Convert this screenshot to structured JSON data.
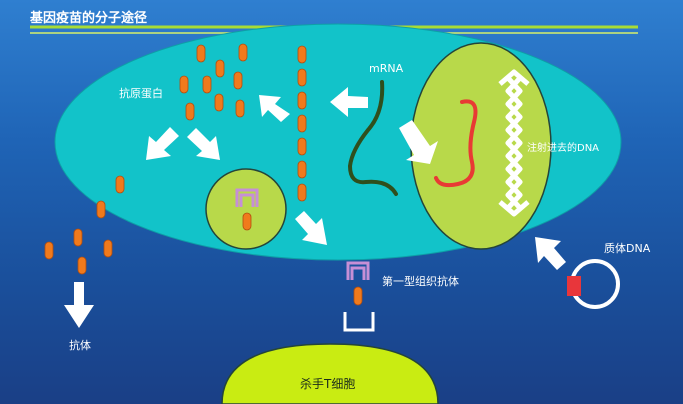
{
  "title": "基因疫苗的分子途径",
  "labels": {
    "antigen_protein": "抗原蛋白",
    "mrna": "mRNA",
    "injected_dna": "注射进去的DNA",
    "plasmid_dna": "质体DNA",
    "mhc_type1": "第一型组织抗体",
    "antibody": "抗体",
    "killer_t_cell": "杀手T细胞"
  },
  "colors": {
    "cell": "#12c3c9",
    "nucleus": "#b8d94a",
    "protein": "#f07a1c",
    "mrna": "#2f4f1d",
    "dna": "#e83a34",
    "mhc": "#c68fd6",
    "plasmid_marker": "#e8363b",
    "killer_cell": "#c9ec12",
    "header_line": "#a7dc35"
  }
}
